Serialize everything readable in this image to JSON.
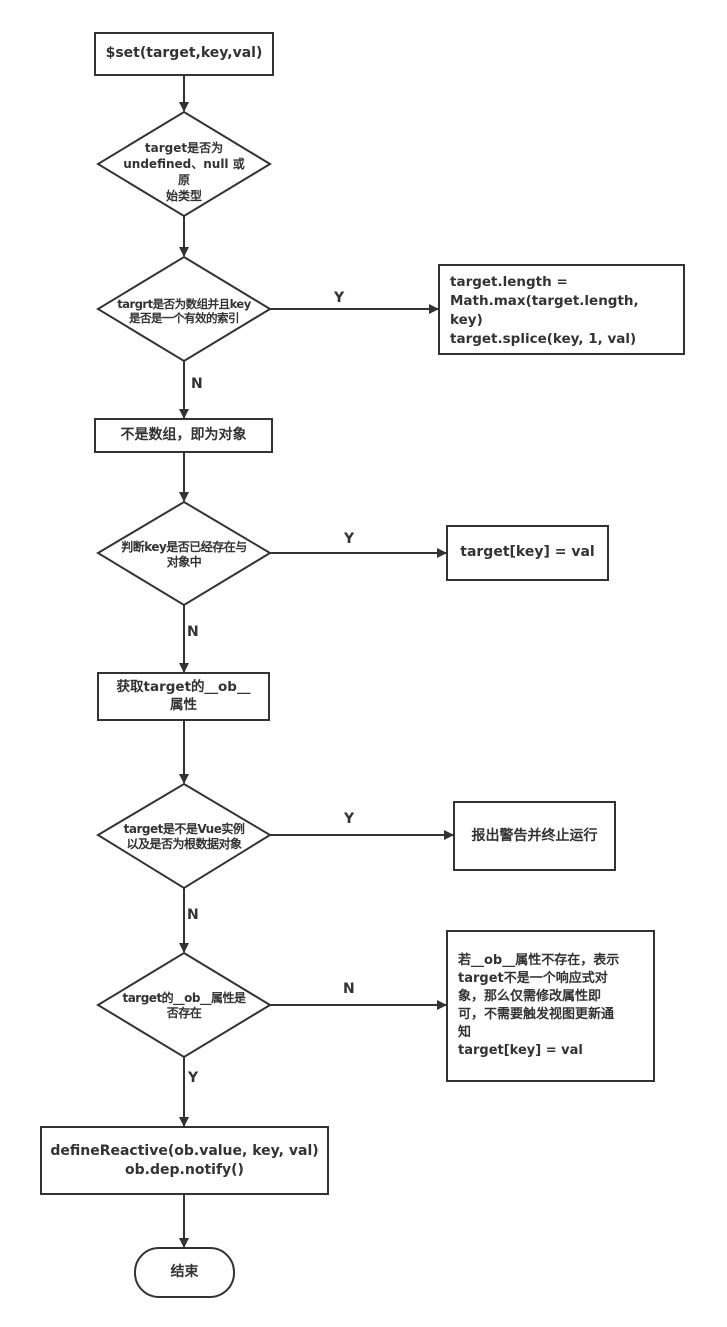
{
  "title": "$set flowchart",
  "colors": {
    "stroke": "#333333",
    "fill": "#ffffff",
    "text": "#333333",
    "background": "#ffffff"
  },
  "nodes": {
    "start": {
      "type": "process",
      "text": "$set(target,key,val)"
    },
    "check_primitive": {
      "type": "decision",
      "text": "target是否为\nundefined、null 或 原\n始类型"
    },
    "check_array": {
      "type": "decision",
      "text": "targrt是否为数组并且key\n是否是一个有效的索引"
    },
    "array_splice": {
      "type": "process",
      "text": "target.length =\nMath.max(target.length,\nkey)\n   target.splice(key, 1, val)"
    },
    "is_object": {
      "type": "process",
      "text": "不是数组，即为对象"
    },
    "check_key_exists": {
      "type": "decision",
      "text": "判断key是否已经存在与\n对象中"
    },
    "assign_existing": {
      "type": "process",
      "text": "target[key] = val"
    },
    "get_ob": {
      "type": "process",
      "text": "获取target的__ob__\n属性"
    },
    "check_vue_instance": {
      "type": "decision",
      "text": "target是不是Vue实例\n以及是否为根数据对象"
    },
    "warn_abort": {
      "type": "process",
      "text": "报出警告并终止运行"
    },
    "check_ob_exists": {
      "type": "decision",
      "text": "target的__ob__属性是\n否存在"
    },
    "non_reactive_assign": {
      "type": "process",
      "text": "若__ob__属性不存在，表示\ntarget不是一个响应式对\n象，那么仅需修改属性即\n可，不需要触发视图更新通\n知\ntarget[key] = val"
    },
    "define_reactive": {
      "type": "process",
      "text": "defineReactive(ob.value, key, val)\nob.dep.notify()"
    },
    "end": {
      "type": "terminal",
      "text": "结束"
    }
  },
  "edges": [
    {
      "from": "start",
      "to": "check_primitive",
      "label": ""
    },
    {
      "from": "check_primitive",
      "to": "check_array",
      "label": ""
    },
    {
      "from": "check_array",
      "to": "array_splice",
      "label": "Y"
    },
    {
      "from": "check_array",
      "to": "is_object",
      "label": "N"
    },
    {
      "from": "is_object",
      "to": "check_key_exists",
      "label": ""
    },
    {
      "from": "check_key_exists",
      "to": "assign_existing",
      "label": "Y"
    },
    {
      "from": "check_key_exists",
      "to": "get_ob",
      "label": "N"
    },
    {
      "from": "get_ob",
      "to": "check_vue_instance",
      "label": ""
    },
    {
      "from": "check_vue_instance",
      "to": "warn_abort",
      "label": "Y"
    },
    {
      "from": "check_vue_instance",
      "to": "check_ob_exists",
      "label": "N"
    },
    {
      "from": "check_ob_exists",
      "to": "non_reactive_assign",
      "label": "N"
    },
    {
      "from": "check_ob_exists",
      "to": "define_reactive",
      "label": "Y"
    },
    {
      "from": "define_reactive",
      "to": "end",
      "label": ""
    }
  ]
}
